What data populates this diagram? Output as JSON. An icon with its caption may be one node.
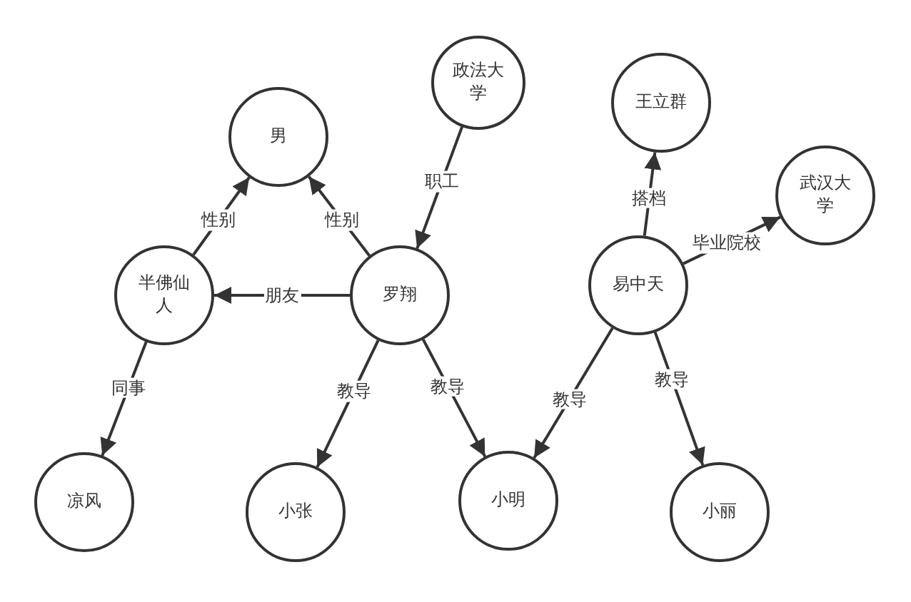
{
  "diagram": {
    "nodes": [
      {
        "text": [
          "男"
        ]
      },
      {
        "text": [
          "政法大学"
        ]
      },
      {
        "text": [
          "王立群"
        ]
      },
      {
        "text": [
          "武汉大学"
        ]
      },
      {
        "text": [
          "半佛仙人"
        ]
      },
      {
        "text": [
          "罗翔"
        ]
      },
      {
        "text": [
          "易中天"
        ]
      },
      {
        "text": [
          "凉风"
        ]
      },
      {
        "text": [
          "小张"
        ]
      },
      {
        "text": [
          "小明"
        ]
      },
      {
        "text": [
          "小丽"
        ]
      }
    ],
    "edges": [
      {
        "from": 4,
        "to": 0,
        "arrow": "to",
        "label": "性别"
      },
      {
        "from": 5,
        "to": 0,
        "arrow": "to",
        "label": "性别"
      },
      {
        "from": 1,
        "to": 5,
        "arrow": "to",
        "label": "职工"
      },
      {
        "from": 5,
        "to": 4,
        "arrow": "to",
        "label": "朋友"
      },
      {
        "from": 6,
        "to": 2,
        "arrow": "to",
        "label": "搭档"
      },
      {
        "from": 6,
        "to": 3,
        "arrow": "to",
        "label": "毕业院校"
      },
      {
        "from": 4,
        "to": 7,
        "arrow": "to",
        "label": "同事"
      },
      {
        "from": 5,
        "to": 8,
        "arrow": "to",
        "label": "教导"
      },
      {
        "from": 5,
        "to": 9,
        "arrow": "to",
        "label": "教导"
      },
      {
        "from": 6,
        "to": 9,
        "arrow": "to",
        "label": "教导"
      },
      {
        "from": 6,
        "to": 10,
        "arrow": "to",
        "label": "教导"
      }
    ]
  }
}
